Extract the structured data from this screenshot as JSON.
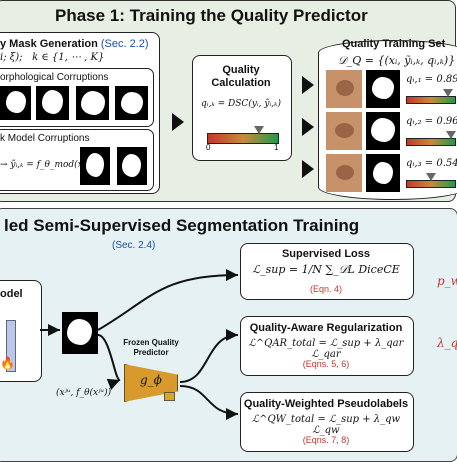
{
  "phase1": {
    "title": "Phase 1: Training the Quality Predictor",
    "mask_gen_title": "y Mask Generation",
    "mask_gen_ref": "(Sec. 2.2)",
    "mask_gen_formula_a": "i; ξ);",
    "mask_gen_formula_b": "k ∈ {1, ⋯ , K}",
    "morph_title": "orphological Corruptions",
    "model_title": "k Model Corruptions",
    "model_formula": "→ ỹᵢ,ₖ = f_θ_mod(xᵢ)",
    "quality_calc_title_1": "Quality",
    "quality_calc_title_2": "Calculation",
    "quality_formula": "qᵢ,ₖ = DSC(yᵢ, ỹᵢ,ₖ)",
    "scale_min": "0",
    "scale_max": "1",
    "training_set_title": "Quality Training Set",
    "training_set_formula": "𝒟_Q = {(xᵢ, ỹᵢ,ₖ, qᵢ,ₖ)}",
    "rows": [
      {
        "label": "qᵢ,₁ = 0.89",
        "quality": 0.89
      },
      {
        "label": "qᵢ,₂ = 0.96",
        "quality": 0.96
      },
      {
        "label": "qᵢ,₃ = 0.54",
        "quality": 0.54
      }
    ]
  },
  "phase2": {
    "title": "led Semi-Supervised Segmentation Training",
    "sec_ref": "(Sec. 2.4)",
    "model_label": "odel",
    "frozen_label_1": "Frozen Quality",
    "frozen_label_2": "Predictor",
    "g_phi": "g_ϕ",
    "input_formula": "(xʲᵘ, f_θ(xʲᵘ))",
    "supervised": {
      "title": "Supervised Loss",
      "formula": "ℒ_sup = 1/N ∑_𝒟L DiceCE",
      "ref": "(Eqn. 4)"
    },
    "qar": {
      "title": "Quality-Aware Regularization",
      "formula": "ℒ^QAR_total = ℒ_sup + λ_qar ℒ_qar",
      "ref": "(Eqns. 5, 6)"
    },
    "qw": {
      "title": "Quality-Weighted Pseudolabels",
      "formula": "ℒ^QW_total = ℒ_sup + λ_qw ℒ_qw",
      "ref": "(Eqns. 7, 8)"
    },
    "right_p": "p_we",
    "right_lambda": "λ_qa"
  },
  "colors": {
    "ref_blue": "#1a4fa8",
    "ref_red": "#c0392b",
    "panel1_bg": "#e7eee3",
    "panel2_bg": "#e5f1f3"
  }
}
